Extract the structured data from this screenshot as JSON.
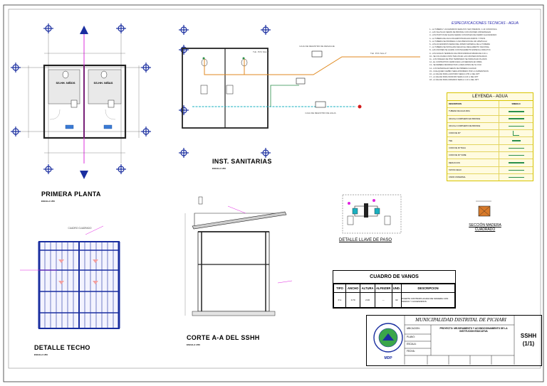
{
  "titles": {
    "primera_planta": "PRIMERA PLANTA",
    "inst_sanitarias": "INST. SANITARIAS",
    "detalle_techo": "DETALLE TECHO",
    "corte": "CORTE A-A DEL SSHH",
    "llave": "DETALLE LLAVE DE PASO",
    "seccion": "SECCIÓN MADERA CUADRADO"
  },
  "labels": {
    "ss_ninos": "SS.HH. NIÑOS",
    "ss_ninas": "SS.HH. NIÑAS",
    "tub_pvc": "Tub. PVC SAL 2\"",
    "caja_registro": "CAJA DE REGISTRO DE DESAGUE",
    "caja_agua": "CAJA DE REGISTRO DE AGUA",
    "cuadro_cuadrado": "CUADRO CUADRADO",
    "sub_scale": "ESCALA 1/50"
  },
  "specs": {
    "title": "ESPECIFICACIONES TECNICAS - AGUA",
    "items": [
      "1.- LA TUBERIA Y ACCESORIOS SERA PVC SAP, PRESION, C-10 CON ROSCA",
      "2.- LAS VALVULAS SERAN DE BRONCE CON UNIONES UNIVERSALES",
      "3.- LOS PUNTOS DE SALIDA SERAN CON NIPLES DE FIERRO GALVANIZADO",
      "4.- LA TUBERIA DE AGUA IRA EMPOTRADA EN MUROS Y PISOS",
      "5.- LA TUBERIA SE PROBARA A UNA PRESION DE 100 LBS/PULG2",
      "6.- LOS ACCESORIOS SERAN DEL MISMO MATERIAL DE LA TUBERIA",
      "7.- LA TUBERIA SE INSTALARA SEGUN EL REGLAMENTO NACIONAL",
      "8.- LAS UNIONES SE HARAN CON PEGAMENTO ESPECIAL PARA PVC",
      "9.- LOS ZANJAS TENDRAN UNA PROFUNDIDAD MINIMA DE 0.30 m",
      "10.- SE COLOCARA CINTA TEFLON EN LAS UNIONES ROSCADAS",
      "11.- LOS NIVELES DE PISO TERMINADO SE INDICAN EN PLANOS",
      "12.- EL CONTRATISTA VERIFICARA LAS MEDIDAS EN OBRA",
      "13.- SE DEBERA DESINFECTAR LA RED ANTES DE SU USO",
      "14.- LOS MATERIALES SERAN DE PRIMERA CALIDAD",
      "15.- CUALQUIER CAMBIO SERA APROBADO POR LA SUPERVISION",
      "16.- LA SALIDA PARA LAVATORIO SERA A 0.55 m DEL NPT",
      "17.- LA SALIDA PARA INODORO SERA A 0.20 m DEL NPT",
      "18.- LA SALIDA PARA URINARIO SERA A 1.10 m DEL NPT"
    ]
  },
  "legend": {
    "title": "LEYENDA - AGUA",
    "col_desc": "DESCRIPCION",
    "col_sym": "SIMBOLO",
    "rows": [
      {
        "desc": "TUBERIA DE AGUA FRIA",
        "sym": "#2a8f4a"
      },
      {
        "desc": "VALVULA COMPUERTA EN BRONCE",
        "sym": "#2a8f4a"
      },
      {
        "desc": "VALVULA COMPUERTA DE BRONCE",
        "sym": "#2a8f4a"
      },
      {
        "desc": "CODO DE 90°",
        "sym": "#2a8f4a"
      },
      {
        "desc": "TEE",
        "sym": "#2a8f4a"
      },
      {
        "desc": "CODO DE 90° BAJA",
        "sym": "#2a8f4a"
      },
      {
        "desc": "CODO DE 90° SUBE",
        "sym": "#2a8f4a"
      },
      {
        "desc": "REDUCCION",
        "sym": "#2a8f4a"
      },
      {
        "desc": "TAPON CIEGO",
        "sym": "#2a8f4a"
      },
      {
        "desc": "UNION UNIVERSAL",
        "sym": "#2a8f4a"
      }
    ]
  },
  "vanos": {
    "title": "CUADRO DE VANOS",
    "headers": [
      "TIPO",
      "ANCHO",
      "ALTURA",
      "ALFEIZER",
      "UND.",
      "DESCRIPCION"
    ],
    "row": [
      "P-1",
      "0.70",
      "2.00",
      "---",
      "02",
      "PUERTA CONTRAPLACADA DE MADERA CON MARCO Y ACCESORIOS"
    ]
  },
  "title_block": {
    "entity": "MUNICIPALIDAD DISTRITAL DE PICHARI",
    "sheet_code": "SSHH",
    "sheet_num": "(1/1)",
    "logo_text": "MDP",
    "ubicacion": "UBICACION:",
    "proyecto": "PROYECTO: MEJORAMIENTO Y ACONDICIONAMIENTO DE LA INSTITUCION EDUCATIVA",
    "plano": "PLANO:",
    "escala": "ESCALA:",
    "fecha": "FECHA:"
  }
}
